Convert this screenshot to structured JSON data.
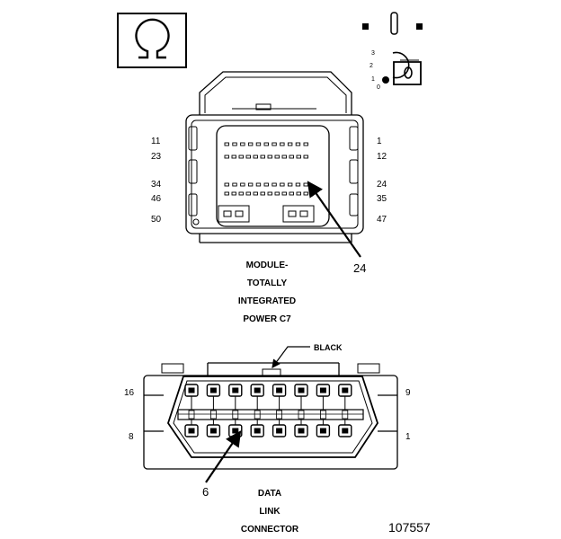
{
  "symbol": {
    "icon": "omega-icon"
  },
  "key_positions": {
    "labels": [
      "3",
      "2",
      "1",
      "0"
    ],
    "icon": "ignition-key-icon"
  },
  "module": {
    "pin_labels_left": [
      "11",
      "23",
      "34",
      "46",
      "50"
    ],
    "pin_labels_right": [
      "1",
      "12",
      "24",
      "35",
      "47"
    ],
    "callout": "24",
    "caption": [
      "MODULE-",
      "TOTALLY",
      "INTEGRATED",
      "POWER C7"
    ]
  },
  "data_link": {
    "color_label": "BLACK",
    "pin_labels_left": [
      "16",
      "8"
    ],
    "pin_labels_right": [
      "9",
      "1"
    ],
    "callout": "6",
    "caption": [
      "DATA",
      "LINK",
      "CONNECTOR"
    ]
  },
  "figure_number": "107557"
}
